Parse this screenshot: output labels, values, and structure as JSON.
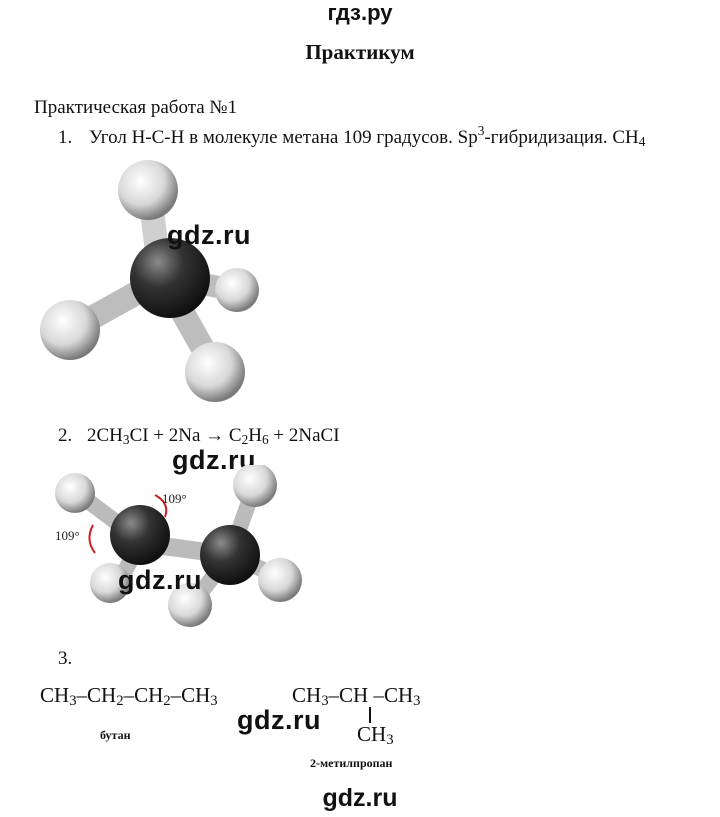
{
  "header": {
    "site": "гдз.ру"
  },
  "title": "Практикум",
  "work_title": "Практическая работа №1",
  "item1": {
    "num": "1.",
    "text_a": "Угол Н-С-Н в молекуле метана 109 градусов. Sp",
    "sup": "3",
    "text_b": "-гибридизация. CH",
    "sub": "4"
  },
  "item2": {
    "num": "2.",
    "eq_a": "2CH",
    "eq_a_sub": "3",
    "eq_b": "CI + 2Na → C",
    "eq_b_sub": "2",
    "eq_c": "H",
    "eq_c_sub": "6",
    "eq_d": " + 2NaCI",
    "angle_labels": [
      "109°",
      "109°"
    ]
  },
  "item3": {
    "num": "3.",
    "butane_label": "бутан",
    "isobutane_label": "2-метилпропан",
    "ch3": "CH",
    "ch2": "CH",
    "ch": "CH",
    "sub3": "3",
    "sub2": "2"
  },
  "watermark": "gdz.ru",
  "footer": "gdz.ru",
  "colors": {
    "atom_dark": "#2a2a2a",
    "atom_light": "#e8e8e8",
    "angle_mark": "#cc2020"
  }
}
